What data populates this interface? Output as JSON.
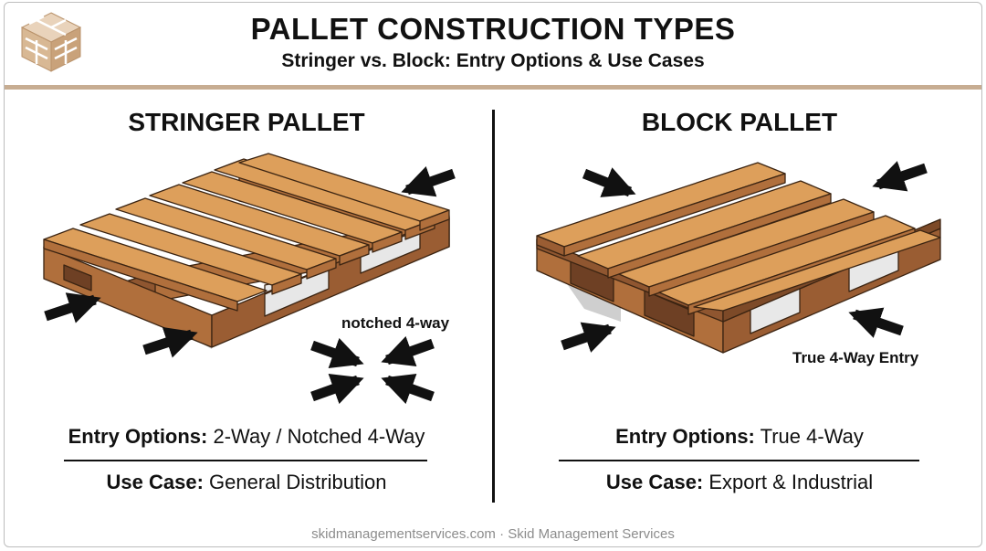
{
  "header": {
    "title": "PALLET CONSTRUCTION TYPES",
    "subtitle": "Stringer vs. Block: Entry Options & Use Cases",
    "logo_icon": "pallet-logo-icon"
  },
  "stringer": {
    "heading": "STRINGER PALLET",
    "callout": "notched 4-way",
    "entry_label": "Entry Options:",
    "entry_value": "2-Way / Notched 4-Way",
    "usecase_label": "Use Case:",
    "usecase_value": "General Distribution"
  },
  "block": {
    "heading": "BLOCK PALLET",
    "callout": "True 4-Way Entry",
    "entry_label": "Entry Options:",
    "entry_value": "True 4-Way",
    "usecase_label": "Use Case:",
    "usecase_value": "Export & Industrial"
  },
  "footer": "skidmanagementservices.com · Skid Management Services",
  "colors": {
    "wood_top": "#dd9f5b",
    "wood_front": "#b06f3c",
    "wood_side": "#8f5630",
    "accent_rule": "#c7ad92",
    "outline": "#3b2412"
  }
}
